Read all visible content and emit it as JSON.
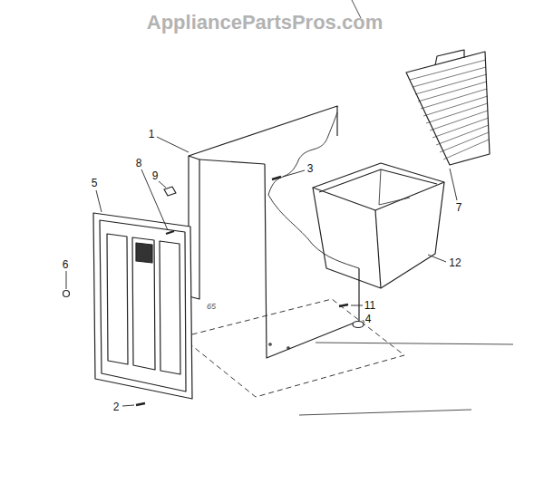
{
  "diagram": {
    "labels": [
      "AppliancePartsPros.com",
      "1",
      "9",
      "8",
      "3",
      "5",
      "6",
      "7",
      "12",
      "11",
      "4",
      "2",
      "65"
    ]
  }
}
